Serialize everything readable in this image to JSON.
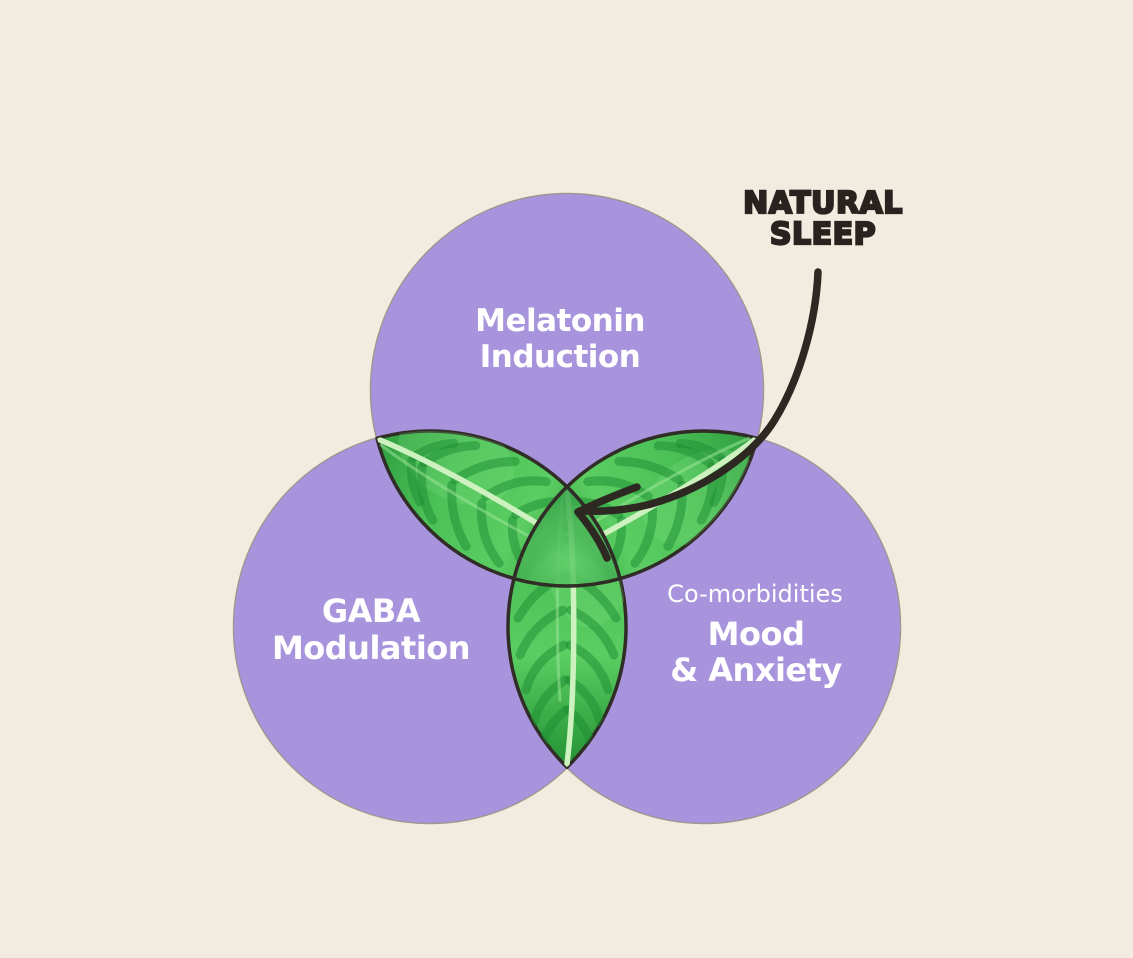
{
  "palette": {
    "background": "#f2ebdf",
    "circle_purple": "#a794dc",
    "circle_edge": "#5f5343",
    "leaf_green_light": "#5bcd62",
    "leaf_green_dark": "#239133",
    "leaf_outline": "#302c26",
    "ink_black": "#29231f",
    "label_white": "#ffffff"
  },
  "venn": {
    "circles": [
      {
        "id": "melatonin-induction",
        "label_lines": [
          "Melatonin",
          "Induction"
        ]
      },
      {
        "id": "gaba-modulation",
        "label_lines": [
          "GABA",
          "Modulation"
        ]
      },
      {
        "id": "mood-anxiety",
        "sublabel": "Co-morbidities",
        "label_lines": [
          "Mood",
          "& Anxiety"
        ]
      }
    ],
    "center_illustration": "mint-leaves"
  },
  "annotation": {
    "label_lines": [
      "NATURAL",
      "SLEEP"
    ],
    "arrow": "curved-arrow-pointing-to-center"
  }
}
